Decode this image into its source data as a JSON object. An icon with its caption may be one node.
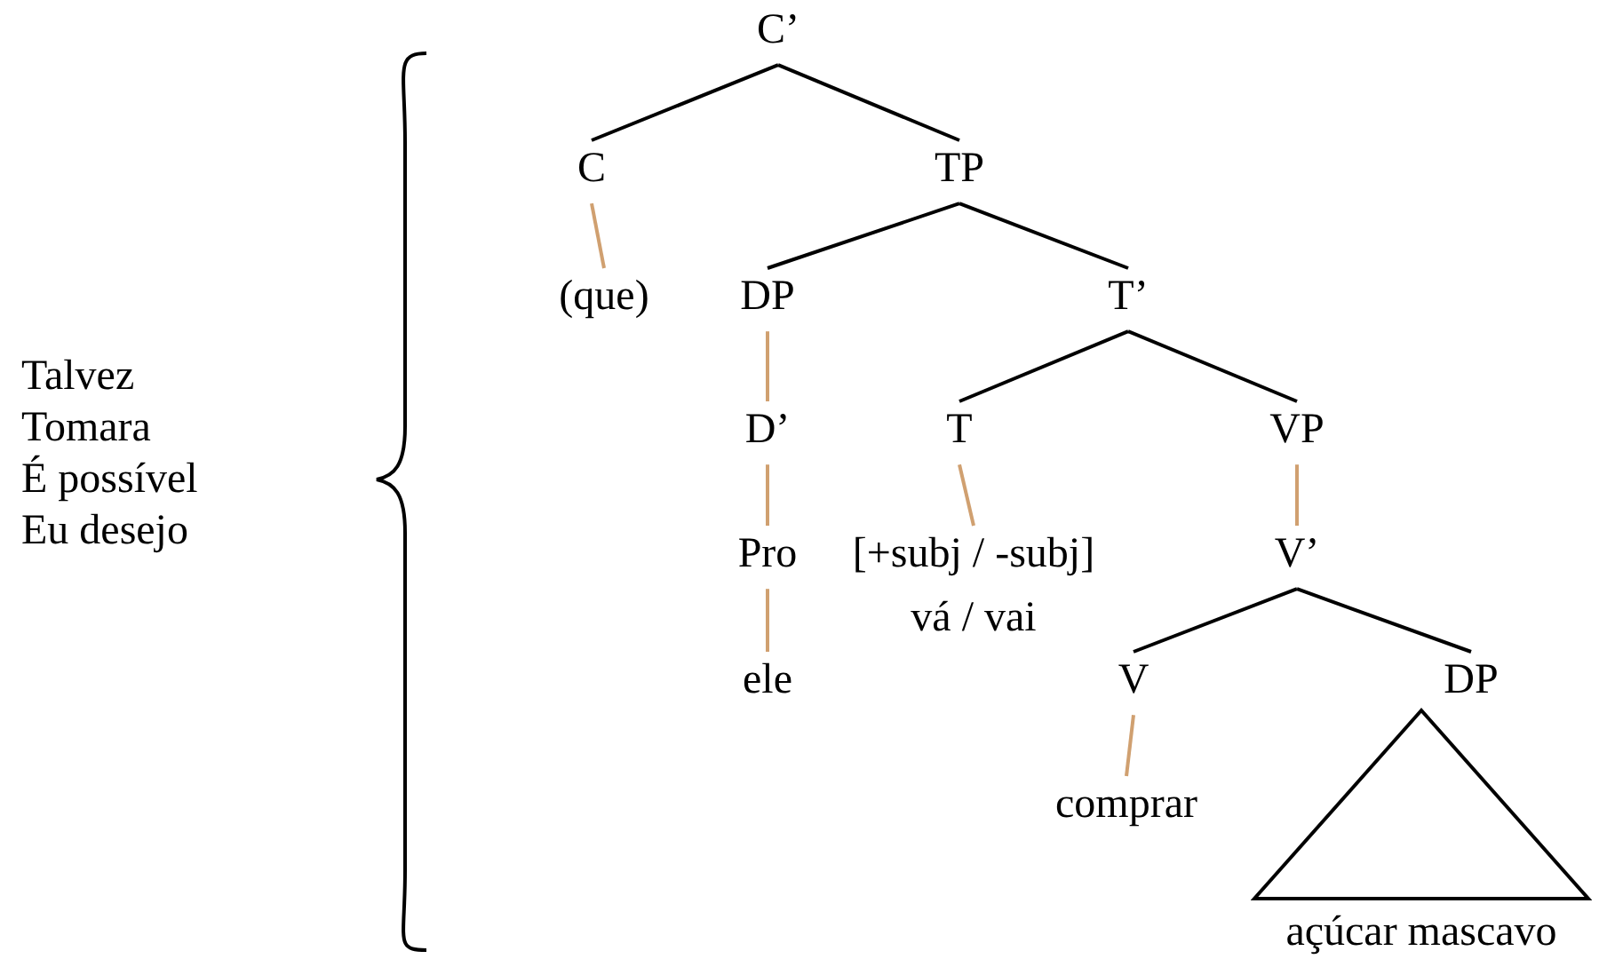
{
  "diagram": {
    "nodes": [
      {
        "text": [
          "C’"
        ]
      },
      {
        "text": [
          "C"
        ]
      },
      {
        "text": [
          "TP"
        ]
      },
      {
        "text": [
          "(que)"
        ]
      },
      {
        "text": [
          "DP"
        ]
      },
      {
        "text": [
          "T’"
        ]
      },
      {
        "text": [
          "D’"
        ]
      },
      {
        "text": [
          "T"
        ]
      },
      {
        "text": [
          "VP"
        ]
      },
      {
        "text": [
          "Pro"
        ]
      },
      {
        "text": [
          "[+subj / -subj]",
          "vá / vai"
        ]
      },
      {
        "text": [
          "V’"
        ]
      },
      {
        "text": [
          "ele"
        ]
      },
      {
        "text": [
          "V"
        ]
      },
      {
        "text": [
          "DP"
        ]
      },
      {
        "text": [
          "comprar"
        ]
      },
      {
        "text": [
          "açúcar mascavo"
        ]
      }
    ],
    "edges": [
      {
        "from": 0,
        "to": 1,
        "arrow": "none"
      },
      {
        "from": 0,
        "to": 2,
        "arrow": "none"
      },
      {
        "from": 1,
        "to": 3,
        "arrow": "none",
        "color": "#d0a070"
      },
      {
        "from": 2,
        "to": 4,
        "arrow": "none"
      },
      {
        "from": 2,
        "to": 5,
        "arrow": "none"
      },
      {
        "from": 4,
        "to": 6,
        "arrow": "none",
        "color": "#d0a070"
      },
      {
        "from": 5,
        "to": 7,
        "arrow": "none"
      },
      {
        "from": 5,
        "to": 8,
        "arrow": "none"
      },
      {
        "from": 6,
        "to": 9,
        "arrow": "none",
        "color": "#d0a070"
      },
      {
        "from": 7,
        "to": 10,
        "arrow": "none",
        "color": "#d0a070"
      },
      {
        "from": 8,
        "to": 11,
        "arrow": "none",
        "color": "#d0a070"
      },
      {
        "from": 9,
        "to": 12,
        "arrow": "none",
        "color": "#d0a070"
      },
      {
        "from": 11,
        "to": 13,
        "arrow": "none"
      },
      {
        "from": 11,
        "to": 14,
        "arrow": "none"
      },
      {
        "from": 13,
        "to": 15,
        "arrow": "none",
        "color": "#d0a070"
      }
    ],
    "labels": [
      "Talvez",
      "Tomara",
      "É possível",
      "Eu desejo"
    ]
  }
}
